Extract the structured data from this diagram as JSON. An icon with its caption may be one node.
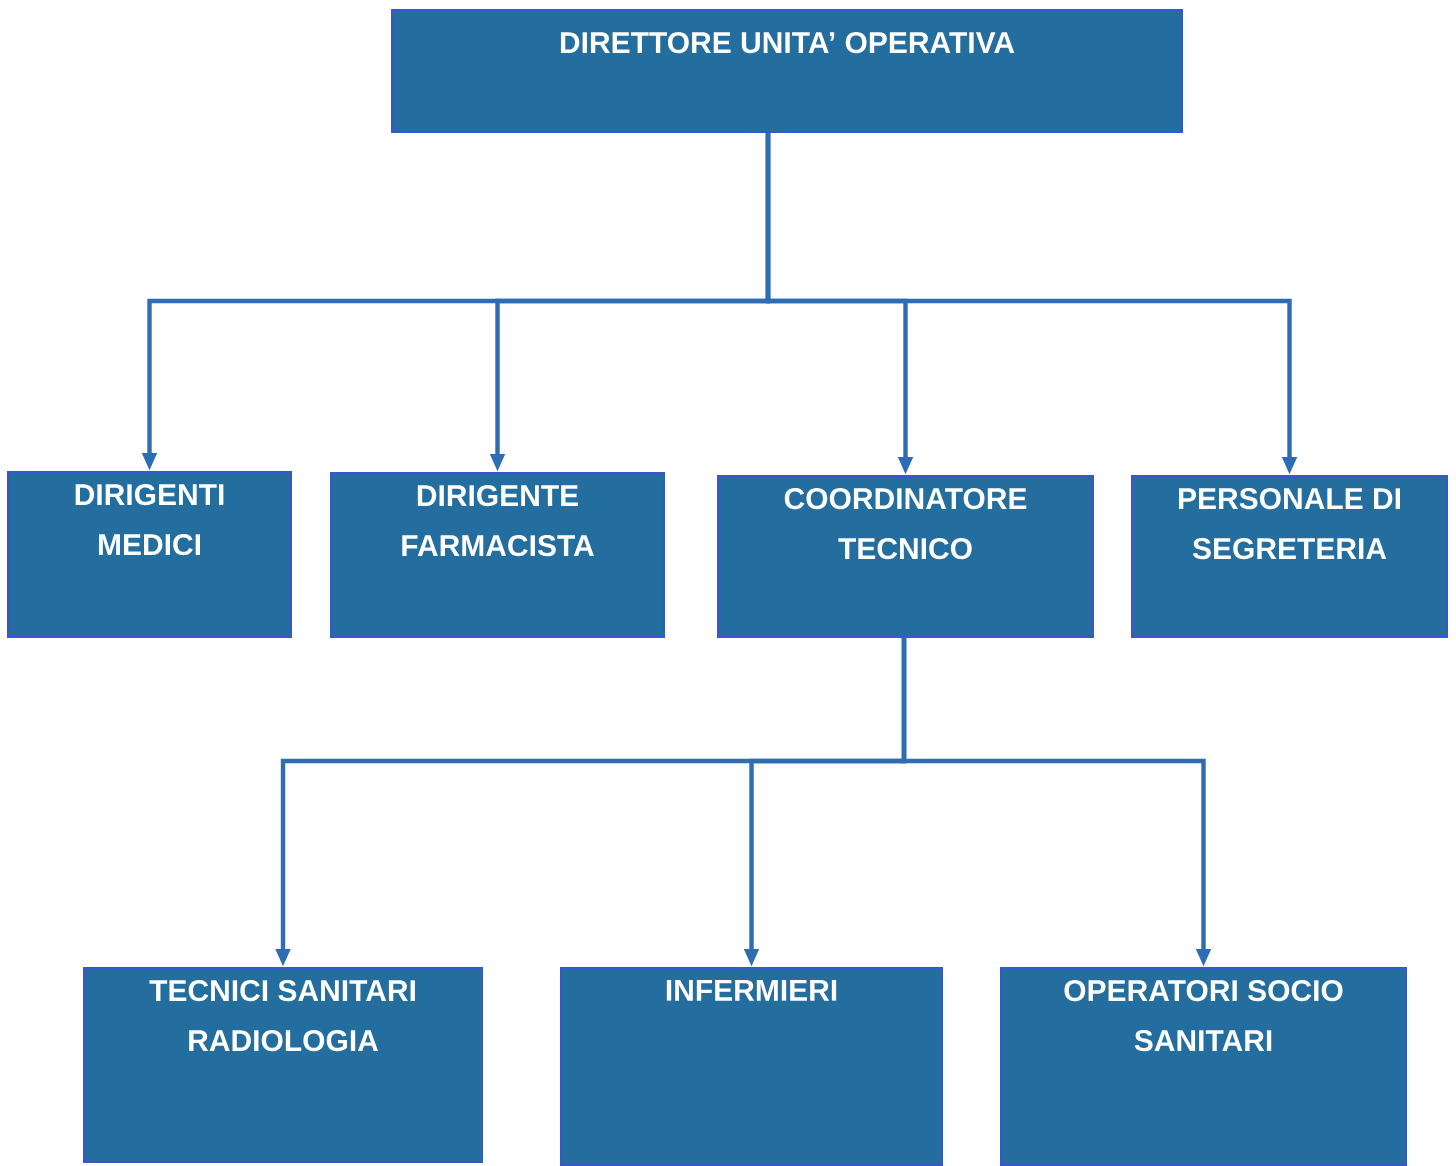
{
  "diagram": {
    "nodes": [
      {
        "text": [
          "DIRETTORE UNITA’ OPERATIVA"
        ]
      },
      {
        "text": [
          "DIRIGENTI MEDICI"
        ]
      },
      {
        "text": [
          "DIRIGENTE FARMACISTA"
        ]
      },
      {
        "text": [
          "COORDINATORE TECNICO"
        ]
      },
      {
        "text": [
          "PERSONALE DI SEGRETERIA"
        ]
      },
      {
        "text": [
          "TECNICI SANITARI RADIOLOGIA"
        ]
      },
      {
        "text": [
          "INFERMIERI"
        ]
      },
      {
        "text": [
          "OPERATORI SOCIO SANITARI"
        ]
      }
    ],
    "edges": [
      {
        "from": 0,
        "to": 1,
        "arrow": "to"
      },
      {
        "from": 0,
        "to": 2,
        "arrow": "to"
      },
      {
        "from": 0,
        "to": 3,
        "arrow": "to"
      },
      {
        "from": 0,
        "to": 4,
        "arrow": "to"
      },
      {
        "from": 3,
        "to": 5,
        "arrow": "to"
      },
      {
        "from": 3,
        "to": 6,
        "arrow": "to"
      },
      {
        "from": 3,
        "to": 7,
        "arrow": "to"
      }
    ]
  }
}
